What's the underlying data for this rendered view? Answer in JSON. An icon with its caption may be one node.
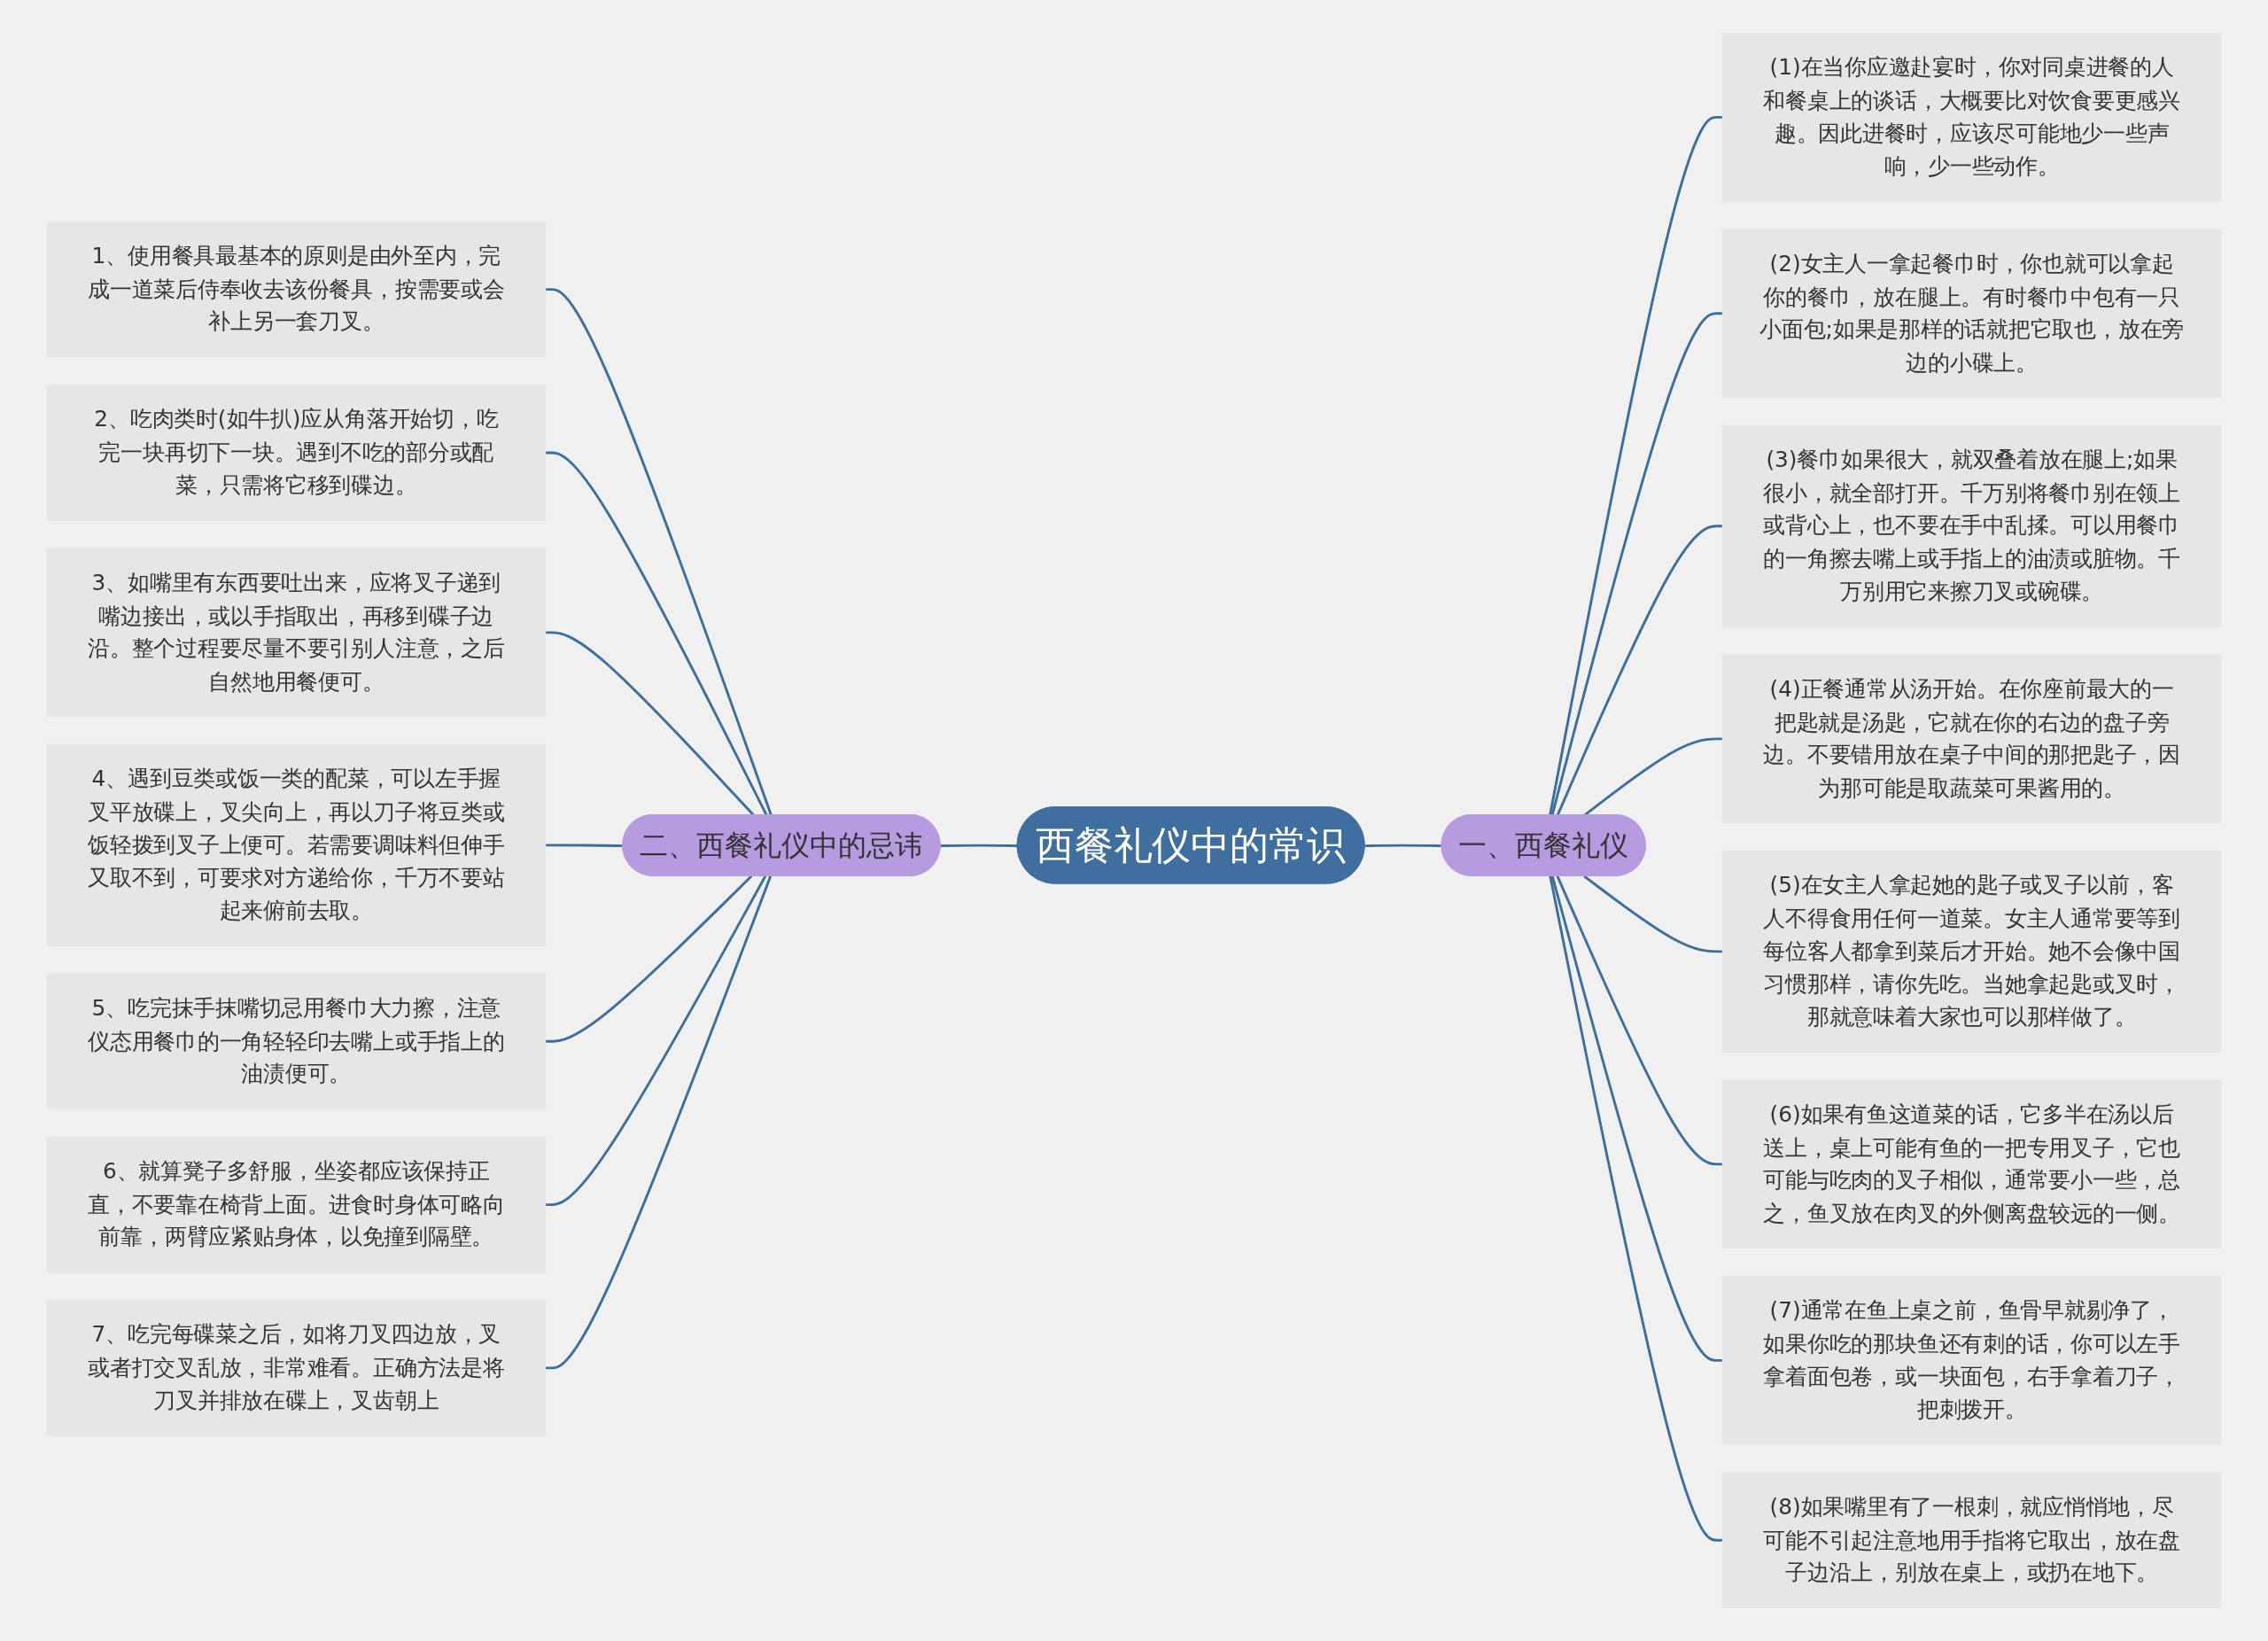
{
  "diagram": {
    "nodes": [
      {
        "text": [
          "西餐礼仪中的常识"
        ]
      },
      {
        "text": [
          "二、西餐礼仪中的忌讳"
        ]
      },
      {
        "text": [
          "1、使用餐具最基本的原则是由外至内，完成一道菜后侍奉收去该份餐具，按需要或会补上另一套刀叉。"
        ]
      },
      {
        "text": [
          "2、吃肉类时(如牛扒)应从角落开始切，吃完一块再切下一块。遇到不吃的部分或配菜，只需将它移到碟边。"
        ]
      },
      {
        "text": [
          "3、如嘴里有东西要吐出来，应将叉子递到嘴边接出，或以手指取出，再移到碟子边沿。整个过程要尽量不要引别人注意，之后自然地用餐便可。"
        ]
      },
      {
        "text": [
          "4、遇到豆类或饭一类的配菜，可以左手握叉平放碟上，叉尖向上，再以刀子将豆类或饭轻拨到叉子上便可。若需要调味料但伸手又取不到，可要求对方递给你，千万不要站起来俯前去取。"
        ]
      },
      {
        "text": [
          "5、吃完抹手抹嘴切忌用餐巾大力擦，注意仪态用餐巾的一角轻轻印去嘴上或手指上的油渍便可。"
        ]
      },
      {
        "text": [
          "6、就算凳子多舒服，坐姿都应该保持正直，不要靠在椅背上面。进食时身体可略向前靠，两臂应紧贴身体，以免撞到隔壁。"
        ]
      },
      {
        "text": [
          "7、吃完每碟菜之后，如将刀叉四边放，叉或者打交叉乱放，非常难看。正确方法是将刀叉并排放在碟上，叉齿朝上"
        ]
      },
      {
        "text": [
          "一、西餐礼仪"
        ]
      },
      {
        "text": [
          "(1)在当你应邀赴宴时，你对同桌进餐的人和餐桌上的谈话，大概要比对饮食要更感兴趣。因此进餐时，应该尽可能地少一些声响，少一些动作。"
        ]
      },
      {
        "text": [
          "(2)女主人一拿起餐巾时，你也就可以拿起你的餐巾，放在腿上。有时餐巾中包有一只小面包;如果是那样的话就把它取也，放在旁边的小碟上。"
        ]
      },
      {
        "text": [
          "(3)餐巾如果很大，就双叠着放在腿上;如果很小，就全部打开。千万别将餐巾别在领上或背心上，也不要在手中乱揉。可以用餐巾的一角擦去嘴上或手指上的油渍或脏物。千万别用它来擦刀叉或碗碟。"
        ]
      },
      {
        "text": [
          "(4)正餐通常从汤开始。在你座前最大的一把匙就是汤匙，它就在你的右边的盘子旁边。不要错用放在桌子中间的那把匙子，因为那可能是取蔬菜可果酱用的。"
        ]
      },
      {
        "text": [
          "(5)在女主人拿起她的匙子或叉子以前，客人不得食用任何一道菜。女主人通常要等到每位客人都拿到菜后才开始。她不会像中国习惯那样，请你先吃。当她拿起匙或叉时，那就意味着大家也可以那样做了。"
        ]
      },
      {
        "text": [
          "(6)如果有鱼这道菜的话，它多半在汤以后送上，桌上可能有鱼的一把专用叉子，它也可能与吃肉的叉子相似，通常要小一些，总之，鱼叉放在肉叉的外侧离盘较远的一侧。"
        ]
      },
      {
        "text": [
          "(7)通常在鱼上桌之前，鱼骨早就剔净了，如果你吃的那块鱼还有刺的话，你可以左手拿着面包卷，或一块面包，右手拿着刀子，把刺拨开。"
        ]
      },
      {
        "text": [
          "(8)如果嘴里有了一根刺，就应悄悄地，尽可能不引起注意地用手指将它取出，放在盘子边沿上，别放在桌上，或扔在地下。"
        ]
      }
    ],
    "edges": [
      {
        "from": 2,
        "to": 1,
        "arrow": "none"
      },
      {
        "from": 3,
        "to": 1,
        "arrow": "none"
      },
      {
        "from": 4,
        "to": 1,
        "arrow": "none"
      },
      {
        "from": 5,
        "to": 1,
        "arrow": "none"
      },
      {
        "from": 6,
        "to": 1,
        "arrow": "none"
      },
      {
        "from": 7,
        "to": 1,
        "arrow": "none"
      },
      {
        "from": 8,
        "to": 1,
        "arrow": "none"
      },
      {
        "from": 1,
        "to": 0,
        "arrow": "none"
      },
      {
        "from": 0,
        "to": 9,
        "arrow": "none"
      },
      {
        "from": 9,
        "to": 10,
        "arrow": "none"
      },
      {
        "from": 9,
        "to": 11,
        "arrow": "none"
      },
      {
        "from": 9,
        "to": 12,
        "arrow": "none"
      },
      {
        "from": 9,
        "to": 13,
        "arrow": "none"
      },
      {
        "from": 9,
        "to": 14,
        "arrow": "none"
      },
      {
        "from": 9,
        "to": 15,
        "arrow": "none"
      },
      {
        "from": 9,
        "to": 16,
        "arrow": "none"
      },
      {
        "from": 9,
        "to": 17,
        "arrow": "none"
      }
    ]
  }
}
